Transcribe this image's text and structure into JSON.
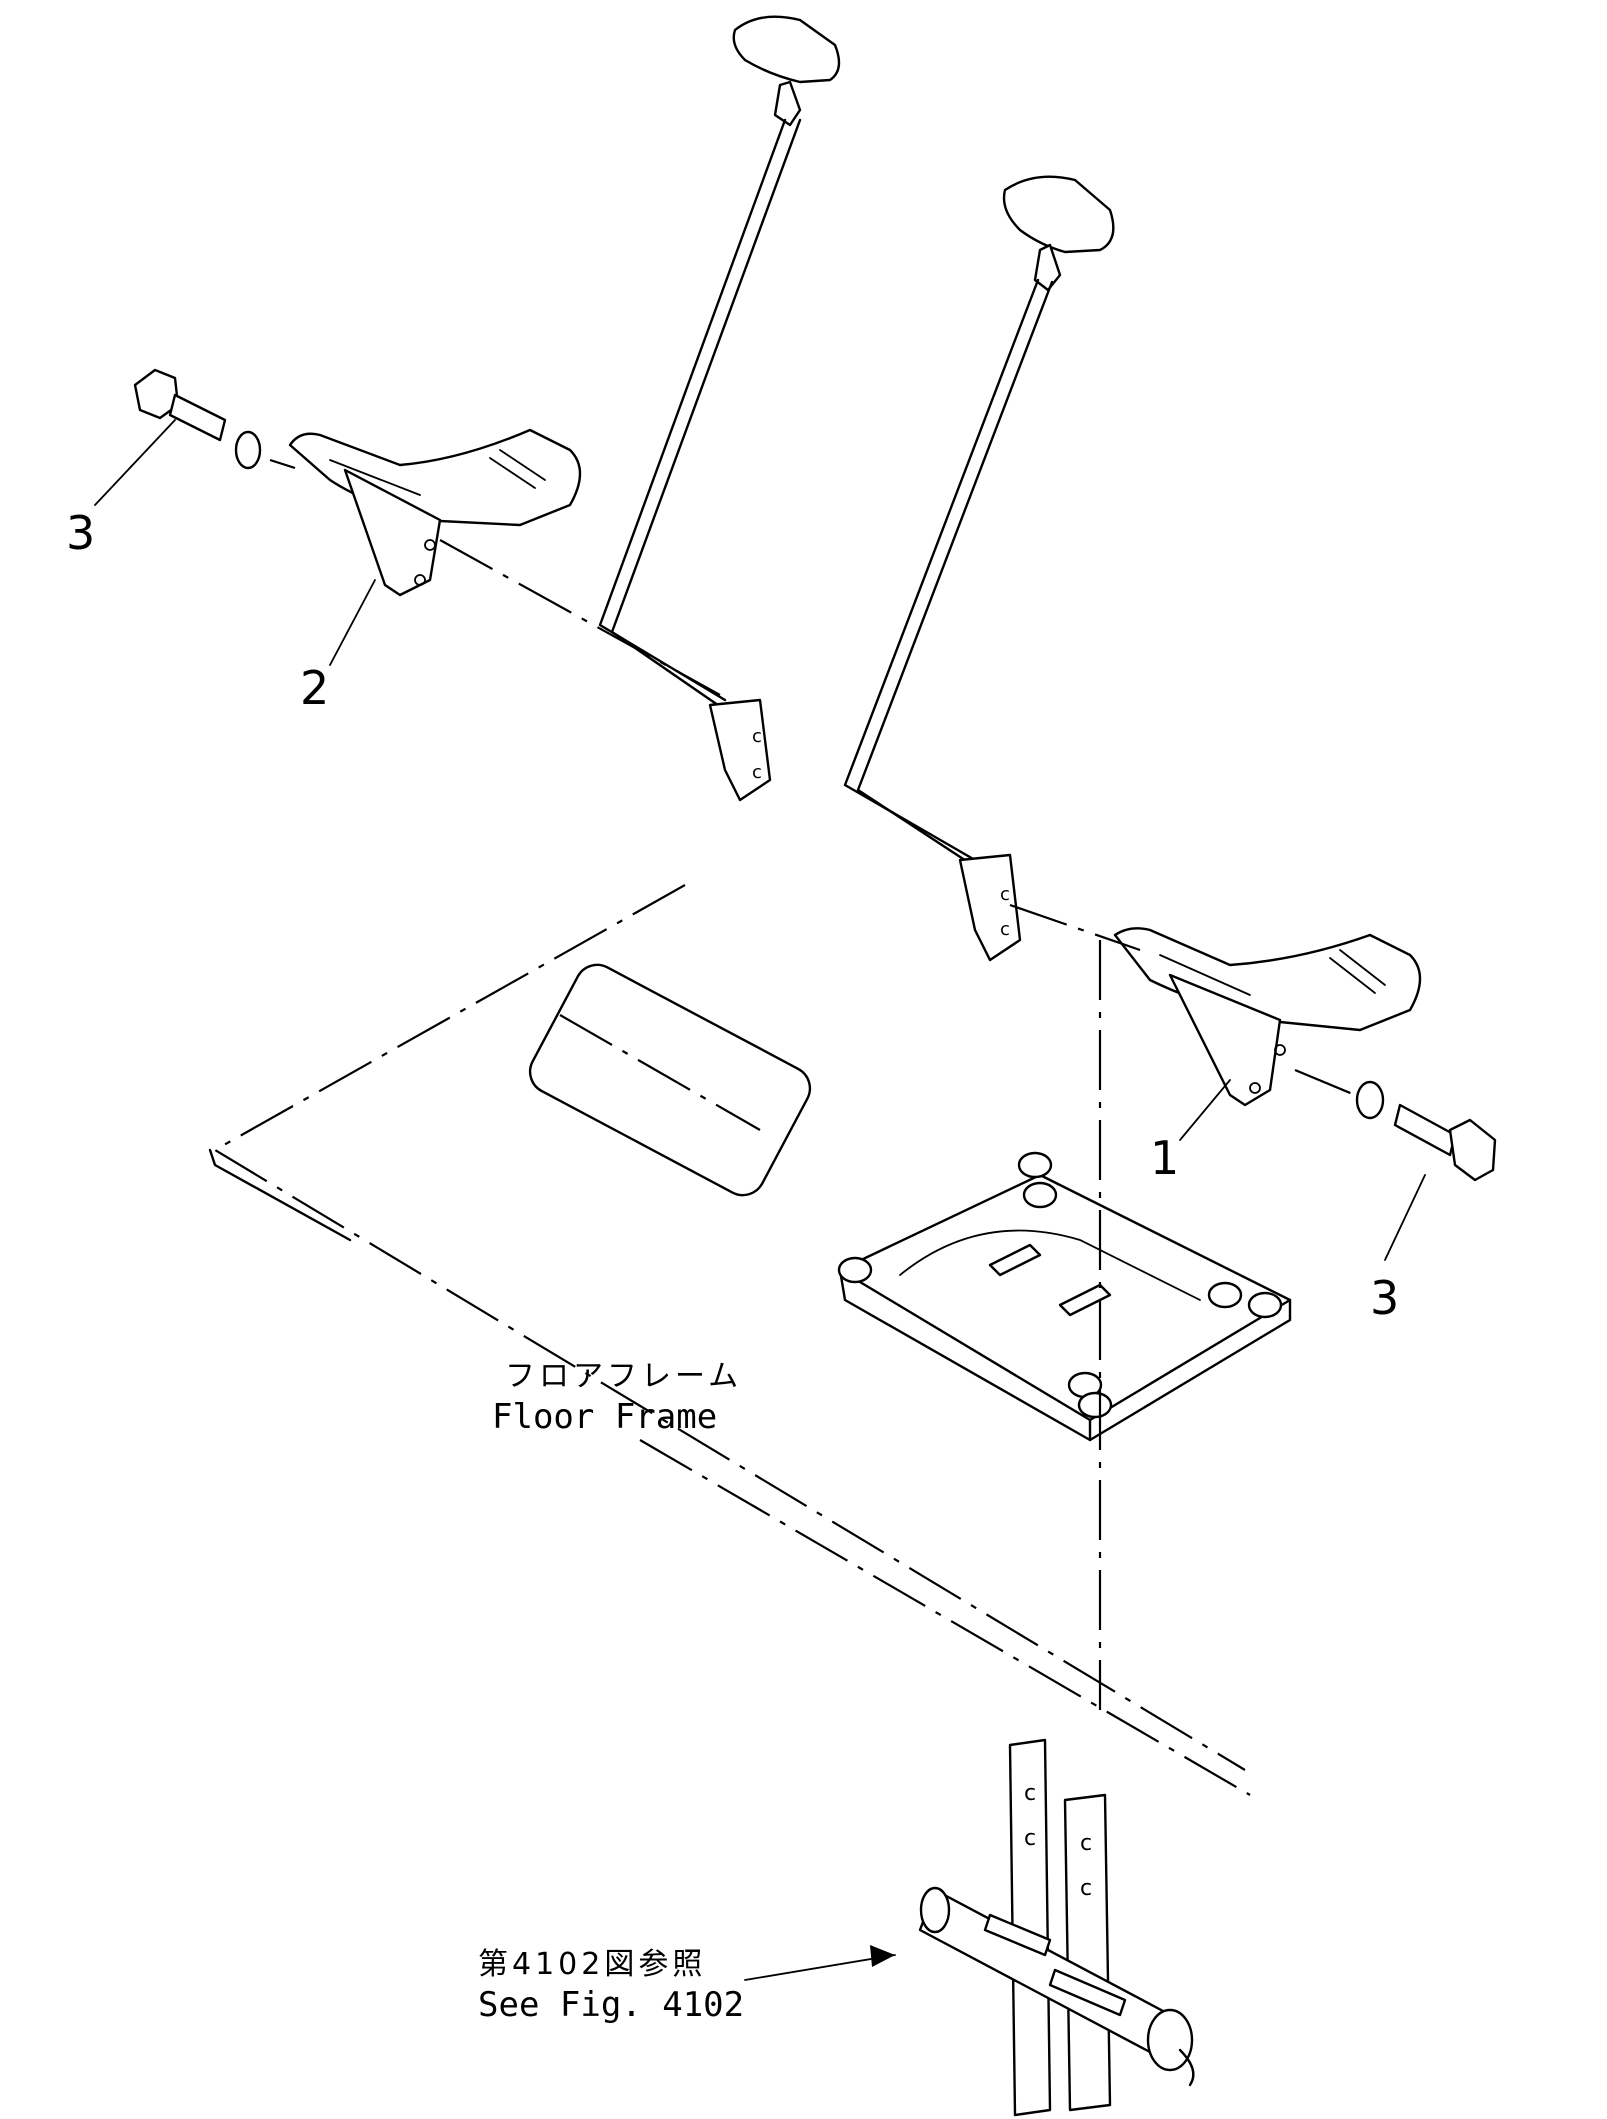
{
  "labels": {
    "callout_1": "1",
    "callout_2": "2",
    "callout_3_left": "3",
    "callout_3_right": "3",
    "floor_frame_jp": "フロアフレーム",
    "floor_frame_en": "Floor Frame",
    "see_fig_jp": "第4102図参照",
    "see_fig_en": "See Fig. 4102"
  },
  "parts": [
    {
      "callout": "1",
      "name": "lever-with-pedal-right"
    },
    {
      "callout": "2",
      "name": "pedal-left"
    },
    {
      "callout": "3",
      "name": "bolt-with-washer"
    }
  ]
}
